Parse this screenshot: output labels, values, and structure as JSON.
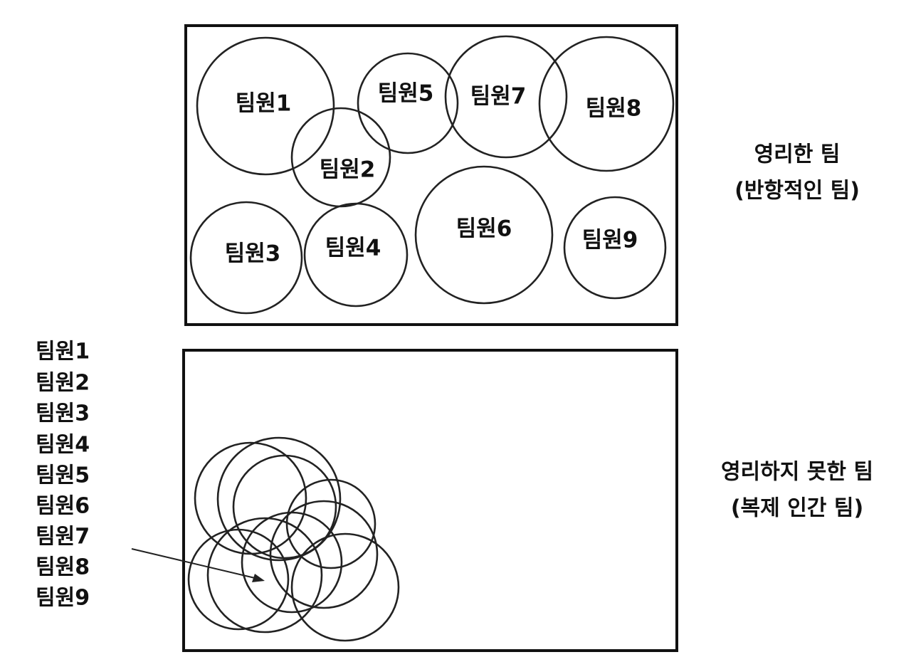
{
  "smart_team": {
    "caption_line1": "영리한 팀",
    "caption_line2": "(반항적인 팀)",
    "members": [
      {
        "label": "팀원1"
      },
      {
        "label": "팀원2"
      },
      {
        "label": "팀원3"
      },
      {
        "label": "팀원4"
      },
      {
        "label": "팀원5"
      },
      {
        "label": "팀원6"
      },
      {
        "label": "팀원7"
      },
      {
        "label": "팀원8"
      },
      {
        "label": "팀원9"
      }
    ]
  },
  "unsmart_team": {
    "caption_line1": "영리하지 못한 팀",
    "caption_line2": "(복제 인간 팀)",
    "member_list": [
      "팀원1",
      "팀원2",
      "팀원3",
      "팀원4",
      "팀원5",
      "팀원6",
      "팀원7",
      "팀원8",
      "팀원9"
    ]
  },
  "colors": {
    "stroke": "#222222",
    "background": "#ffffff"
  }
}
